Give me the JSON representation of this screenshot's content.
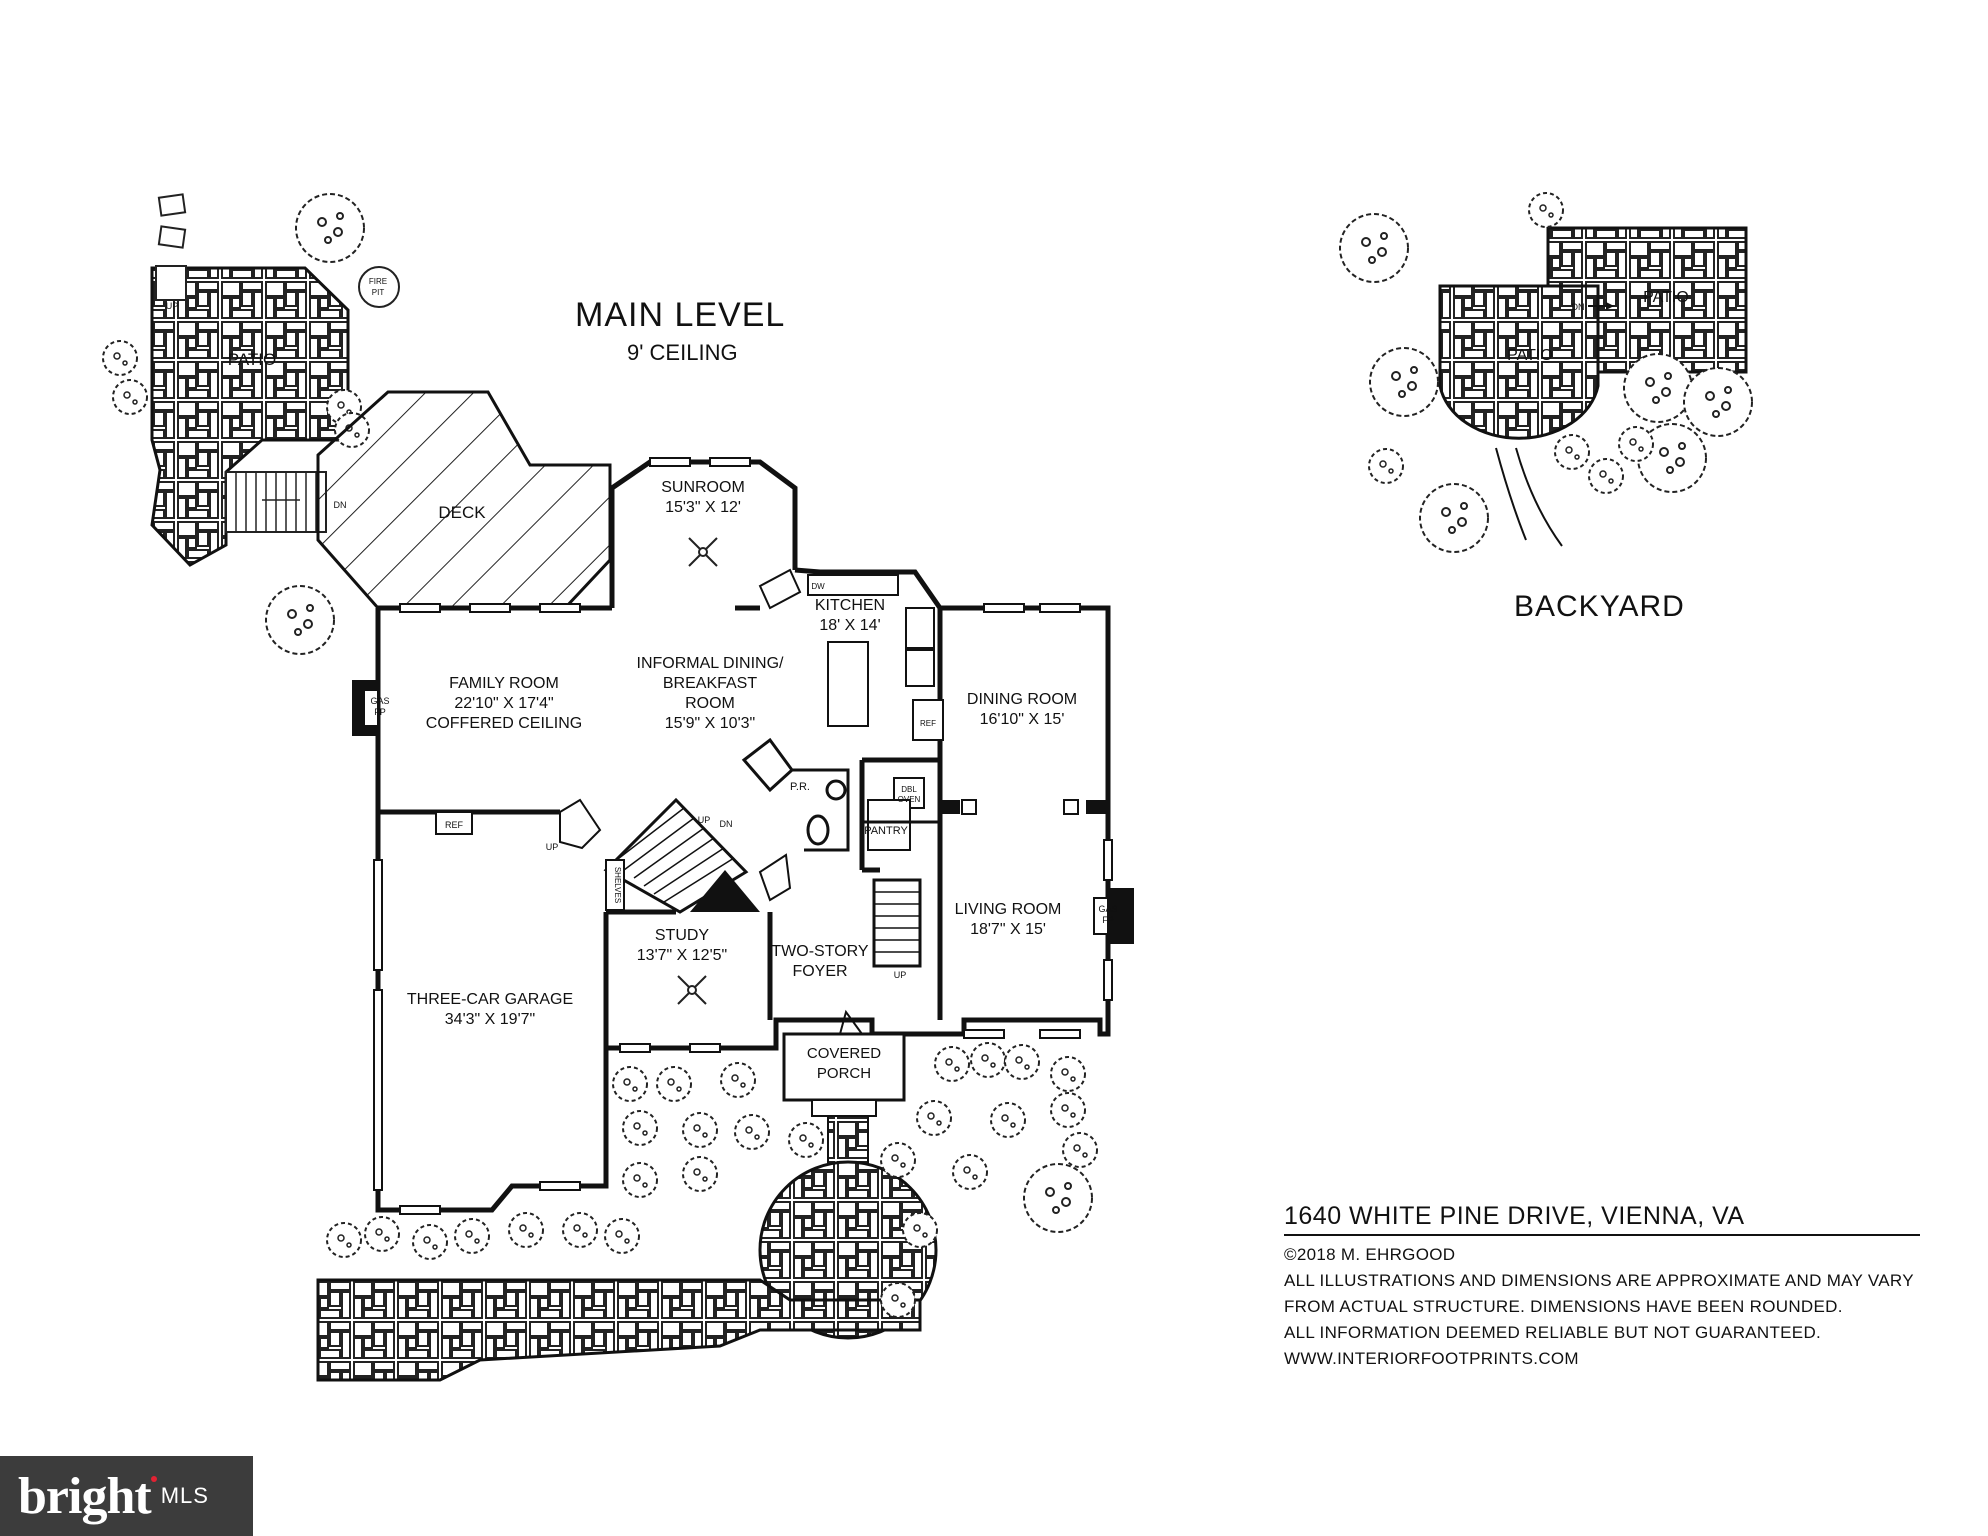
{
  "header": {
    "title": "MAIN LEVEL",
    "subtitle": "9' CEILING"
  },
  "backyard": {
    "title": "BACKYARD",
    "patio_1": "PATIO",
    "patio_2": "PATIO",
    "dn": "DN"
  },
  "rooms": {
    "sunroom": {
      "name": "SUNROOM",
      "dims": "15'3\" X 12'"
    },
    "kitchen": {
      "name": "KITCHEN",
      "dims": "18' X 14'"
    },
    "family_room": {
      "name": "FAMILY ROOM",
      "dims": "22'10\" X 17'4\"",
      "note": "COFFERED CEILING"
    },
    "informal_dining": {
      "line1": "INFORMAL DINING/",
      "line2": "BREAKFAST",
      "line3": "ROOM",
      "dims": "15'9\" X 10'3\""
    },
    "dining_room": {
      "name": "DINING ROOM",
      "dims": "16'10\" X 15'"
    },
    "living_room": {
      "name": "LIVING ROOM",
      "dims": "18'7\" X 15'"
    },
    "study": {
      "name": "STUDY",
      "dims": "13'7\" X 12'5\""
    },
    "foyer": {
      "line1": "TWO-STORY",
      "line2": "FOYER"
    },
    "garage": {
      "name": "THREE-CAR GARAGE",
      "dims": "34'3\" X 19'7\""
    },
    "porch": {
      "line1": "COVERED",
      "line2": "PORCH"
    },
    "deck": {
      "name": "DECK"
    },
    "patio": {
      "name": "PATIO"
    }
  },
  "fixtures": {
    "gas_fp_1": "GAS",
    "gas_fp_2": "FP",
    "ref": "REF",
    "dw": "DW",
    "dbl_oven_1": "DBL",
    "dbl_oven_2": "OVEN",
    "pantry": "PANTRY",
    "pr": "P.R.",
    "shelves": "SHELVES",
    "fire_pit_1": "FIRE",
    "fire_pit_2": "PIT",
    "up": "UP",
    "dn": "DN"
  },
  "footer": {
    "address": "1640 WHITE PINE DRIVE, VIENNA, VA",
    "copyright": "©2018 M. EHRGOOD",
    "disclaimer_1": "ALL ILLUSTRATIONS AND DIMENSIONS ARE APPROXIMATE AND MAY VARY",
    "disclaimer_2": "FROM ACTUAL STRUCTURE. DIMENSIONS HAVE BEEN ROUNDED.",
    "disclaimer_3": "ALL INFORMATION DEEMED RELIABLE BUT NOT GUARANTEED.",
    "website": "WWW.INTERIORFOOTPRINTS.COM"
  },
  "logo": {
    "word": "bright",
    "suffix": "MLS",
    "accent_color": "#e22233"
  }
}
